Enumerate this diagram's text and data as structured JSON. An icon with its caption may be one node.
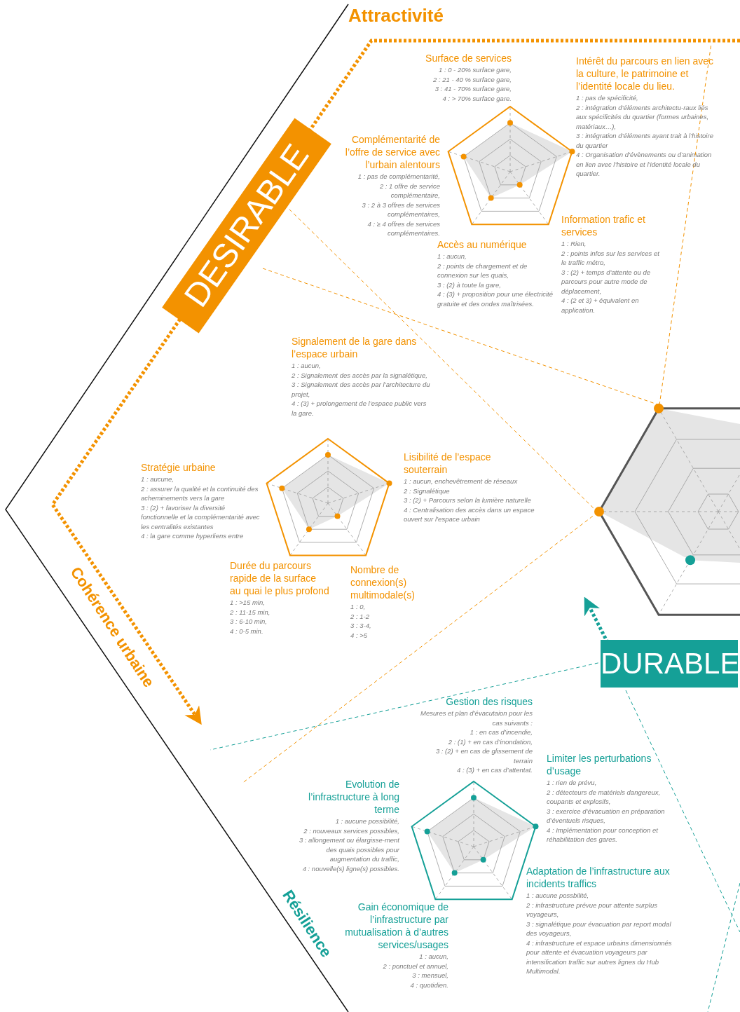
{
  "diagram": {
    "nodes": [
      {
        "text": [
          "DESIRABLE"
        ]
      },
      {
        "text": [
          "DURABLE"
        ]
      }
    ],
    "labels": [
      "Attractivité",
      "Surface de services",
      "1 : 0 - 20% surface gare,",
      "2 : 21 - 40 % surface gare,",
      "3 : 41 - 70% surface gare,",
      "4 : > 70% surface gare.",
      "Intérêt du parcours en lien avec la culture, le patrimoine et l’identité locale du lieu.",
      "1 : pas de spécificité,",
      "2 : intégration d’éléments architectu-raux liés aux spécificités du quartier (formes urbaines, matériaux…),",
      "3 : intégration d’éléments ayant trait à l’histoire du quartier",
      "4 : Organisation d’évènements ou d’animation en lien avec l’histoire et l’identité locale du quartier.",
      "Complémentarité de l’offre de service avec l’urbain alentours",
      "1 : pas de complémentarité,",
      "2 : 1 offre de service complémentaire,",
      "3 : 2 à 3 offres de services complémentaires,",
      "4 : ≥ 4 offres de services complémentaires.",
      "Accès au numérique",
      "1 : aucun,",
      "2 : points de chargement et de connexion sur les quais,",
      "3 : (2) à toute la gare,",
      "4 : (3) + proposition pour une électricité gratuite et des ondes maîtrisées.",
      "Information trafic et services",
      "1 : Rien,",
      "2 : points infos sur les services et le traffic métro,",
      "3 : (2) + temps d’attente ou de parcours pour autre mode de déplacement,",
      "4 : (2 et 3) + équivalent en application.",
      "Signalement de la gare dans l’espace urbain",
      "1 : aucun,",
      "2 : Signalement des accès par la signalétique,",
      "3 : Signalement des accès par l’architecture du projet,",
      "4 : (3) + prolongement de l’espace public vers la gare.",
      "Stratégie urbaine",
      "1 : aucune,",
      "2 : assurer la qualité et la continuité des acheminements vers la gare",
      "3 : (2) + favoriser la diversité fonctionnelle et la complémentarité avec les centralités existantes",
      "4 : la gare comme hyperliens entre",
      "Lisibilité de l’espace souterrain",
      "1 : aucun, enchevêtrement de réseaux",
      "2 : Signalétique",
      "3 : (2) + Parcours selon la lumière naturelle",
      "4 : Centralisation des accès dans un espace ouvert sur l’espace urbain",
      "Durée du parcours rapide de la surface au quai le plus profond",
      "1 : >15 min,",
      "2 : 11-15 min,",
      "3 : 6-10 min,",
      "4 : 0-5 min.",
      "Nombre de connexion(s) multimodale(s)",
      "1 : 0,",
      "2 : 1-2",
      "3 : 3-4,",
      "4 : >5",
      "Cohérence urbaine",
      "Gestion des risques",
      "Mesures et plan d’évacutaion pour les cas suivants :",
      "1 : en cas d’incendie,",
      "2 : (1) + en cas d’inondation,",
      "3 : (2) + en cas de glissement de terrain",
      "4 : (3) + en cas d’attentat.",
      "Limiter les perturbations d’usage",
      "1 : rien de prévu,",
      "2 : détecteurs de matériels dangereux, coupants et explosifs,",
      "3 : exercice d’évacuation en préparation d’éventuels risques,",
      "4 : Implémentation pour conception et réhabilitation des gares.",
      "Evolution de l’infrastructure à long terme",
      "1 : aucune possibilité,",
      "2 : nouveaux services possibles,",
      "3 : allongement ou élargisse-ment des quais possibles pour augmentation du traffic,",
      "4 : nouvelle(s) ligne(s) possibles.",
      "Adaptation de l’infrastructure aux incidents traffics",
      "1 : aucune possbilité,",
      "2 : infrastructure prévue pour attente surplus voyageurs,",
      "3 : signalétique pour évacuation par report modal des voyageurs,",
      "4 : infrastructure et espace urbains dimensionnés pour attente et évacuation voyageurs par intensification traffic sur autres lignes du Hub Multimodal.",
      "Gain économique de l’infrastructure par mutualisation à d’autres services/usages",
      "1 : aucun,",
      "2 : ponctuel et annuel,",
      "3 : mensuel,",
      "4 : quotidien.",
      "Résilience"
    ]
  }
}
